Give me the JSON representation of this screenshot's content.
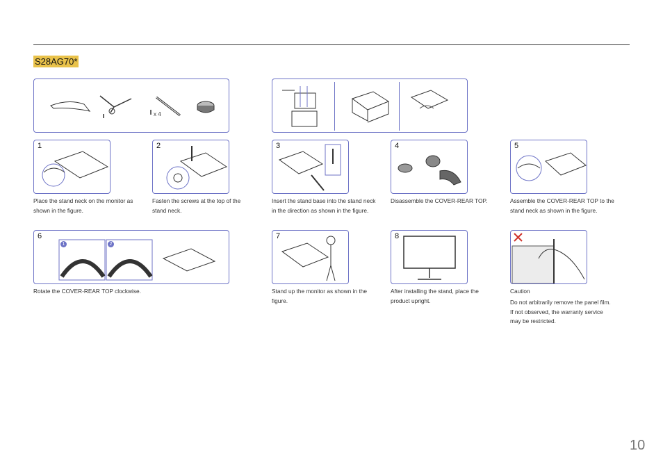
{
  "model_label": "S28AG70*",
  "parts_panel": {
    "screw_qty": "x 4"
  },
  "steps": [
    {
      "number": "1",
      "caption": "Place the stand neck on the monitor as shown in the figure."
    },
    {
      "number": "2",
      "caption": "Fasten the screws at the top of the stand neck."
    },
    {
      "number": "3",
      "caption": "Insert the stand base into the stand neck in the direction as shown in the figure."
    },
    {
      "number": "4",
      "caption": "Disassemble the COVER-REAR TOP."
    },
    {
      "number": "5",
      "caption": "Assemble the COVER-REAR TOP to the stand neck as shown in the figure."
    },
    {
      "number": "6",
      "caption": "Rotate the COVER-REAR TOP clockwise."
    },
    {
      "number": "7",
      "caption": "Stand up the monitor as shown in the figure."
    },
    {
      "number": "8",
      "caption": "After installing the stand, place the product upright."
    }
  ],
  "step6_subs": [
    "1",
    "2"
  ],
  "caution": {
    "title": "Caution",
    "text": "Do not arbitrarily remove the panel film. If not observed, the warranty service may be restricted."
  },
  "page_number": "10",
  "colors": {
    "accent": "#6c72c6",
    "highlight": "#e9c24a",
    "warning": "#d0342c"
  }
}
